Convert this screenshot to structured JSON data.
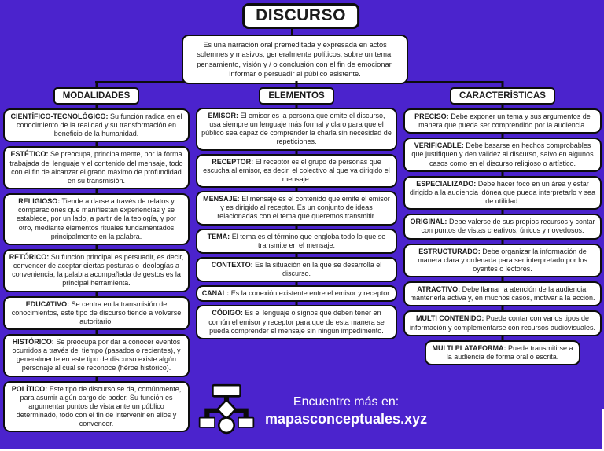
{
  "title": "DISCURSO",
  "description": "Es una narración oral premeditada y expresada en actos solemnes y masivos, generalmente políticos, sobre un tema, pensamiento, visión y / o conclusión con el fin de emocionar, informar o persuadir al público asistente.",
  "colors": {
    "background": "#4B23CD",
    "box_background": "#FFFFFF",
    "box_border": "#0D0D0D",
    "text": "#1C1C1C",
    "branding_text": "#FFFFFF"
  },
  "columns": [
    {
      "header": "MODALIDADES",
      "boxes": [
        {
          "term": "CIENTÍFICO-TECNOLÓGICO:",
          "text": "Su función radica en el conocimiento de la realidad y su transformación en beneficio de la humanidad."
        },
        {
          "term": "ESTÉTICO:",
          "text": "Se preocupa, principalmente, por la forma trabajada del lenguaje y el contenido del mensaje, todo con el fin de alcanzar el grado máximo de profundidad en su transmisión."
        },
        {
          "term": "RELIGIOSO:",
          "text": "Tiende a darse a través de relatos y comparaciones que manifiestan experiencias y se establece, por un lado, a partir de la teología, y por otro, mediante elementos rituales fundamentados principalmente en la palabra."
        },
        {
          "term": "RETÓRICO:",
          "text": "Su función principal es persuadir, es decir, convencer de aceptar ciertas posturas o ideologías a conveniencia; la palabra acompañada de gestos es la principal herramienta."
        },
        {
          "term": "EDUCATIVO:",
          "text": "Se centra en la transmisión de conocimientos, este tipo de discurso tiende a volverse autoritario."
        },
        {
          "term": "HISTÓRICO:",
          "text": "Se preocupa por dar a conocer eventos ocurridos a través del tiempo (pasados o recientes), y generalmente en este tipo de discurso existe algún personaje al cual se reconoce (héroe histórico)."
        },
        {
          "term": "POLÍTICO:",
          "text": "Este tipo de discurso se da, comúnmente, para asumir algún cargo de poder. Su función es argumentar puntos de vista ante un público determinado, todo con el fin de intervenir en ellos y convencer."
        }
      ]
    },
    {
      "header": "ELEMENTOS",
      "boxes": [
        {
          "term": "EMISOR:",
          "text": "El emisor es la persona que emite el discurso, usa siempre un lenguaje más formal y claro para que el público sea capaz de comprender la charla sin necesidad de repeticiones."
        },
        {
          "term": "RECEPTOR:",
          "text": "El receptor es el grupo de personas que escucha al emisor, es decir, el colectivo al que va dirigido el mensaje."
        },
        {
          "term": "MENSAJE:",
          "text": "El mensaje es el contenido que emite el emisor y es dirigido al receptor. Es un conjunto de ideas relacionadas con el tema que queremos transmitir."
        },
        {
          "term": "TEMA:",
          "text": "El tema es el término que engloba todo lo que se transmite en el mensaje."
        },
        {
          "term": "CONTEXTO:",
          "text": "Es la situación en la que se desarrolla el discurso."
        },
        {
          "term": "CANAL:",
          "text": "Es la conexión existente entre el emisor y receptor."
        },
        {
          "term": "CÓDIGO:",
          "text": "Es el lenguaje o signos que deben tener en común el emisor y receptor para que de esta manera se pueda comprender el mensaje sin ningún impedimento."
        }
      ]
    },
    {
      "header": "CARACTERÍSTICAS",
      "boxes": [
        {
          "term": "PRECISO:",
          "text": "Debe exponer un tema y sus argumentos de manera que pueda ser comprendido por la audiencia."
        },
        {
          "term": "VERIFICABLE:",
          "text": "Debe basarse en hechos comprobables que justifiquen y den validez al discurso, salvo en algunos casos como en el discurso religioso o artístico."
        },
        {
          "term": "ESPECIALIZADO:",
          "text": "Debe hacer foco en un área y estar dirigido a la audiencia idónea que pueda interpretarlo y sea de utilidad."
        },
        {
          "term": "ORIGINAL:",
          "text": "Debe valerse de sus propios recursos y contar con puntos de vistas creativos, únicos y novedosos."
        },
        {
          "term": "ESTRUCTURADO:",
          "text": "Debe organizar la información de manera clara y ordenada para ser interpretado por los oyentes o lectores."
        },
        {
          "term": "ATRACTIVO:",
          "text": "Debe llamar la atención de la audiencia, mantenerla activa y, en muchos casos, motivar a la acción."
        },
        {
          "term": "MULTI CONTENIDO:",
          "text": "Puede contar con varios tipos de información y complementarse con recursos audiovisuales."
        },
        {
          "term": "MULTI PLATAFORMA:",
          "text": "Puede transmitirse a la audiencia de forma oral o escrita."
        }
      ]
    }
  ],
  "branding": {
    "logo_icon": "flowchart-icon",
    "line1": "Encuentre más en:",
    "line2": "mapasconceptuales.xyz"
  }
}
